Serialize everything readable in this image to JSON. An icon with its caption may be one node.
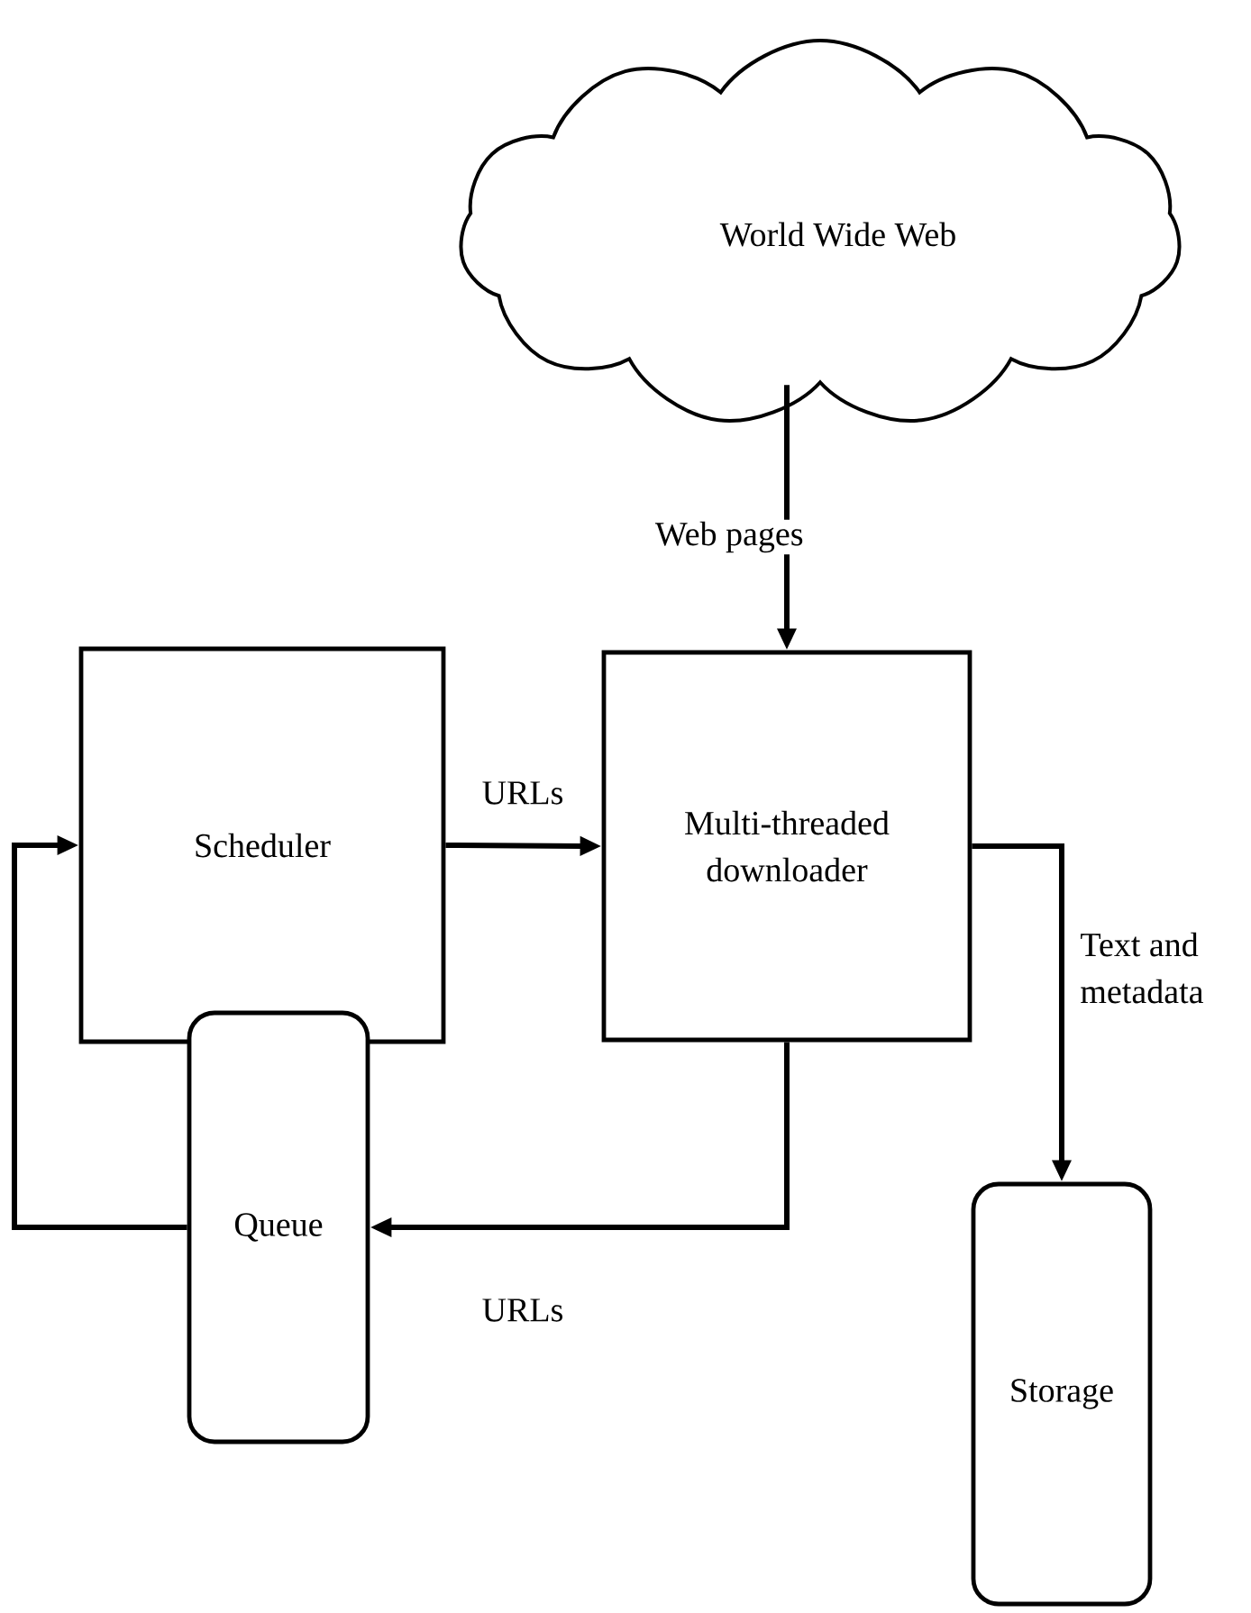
{
  "diagram": {
    "nodes": [
      {
        "text": [
          "World Wide Web"
        ]
      },
      {
        "text": [
          "Scheduler"
        ]
      },
      {
        "text": [
          "Multi-threaded downloader"
        ]
      },
      {
        "text": [
          "Queue"
        ]
      },
      {
        "text": [
          "Storage"
        ]
      }
    ],
    "edges": [
      {
        "from": 0,
        "to": 2,
        "arrow": "to",
        "label": "Web pages"
      },
      {
        "from": 1,
        "to": 2,
        "arrow": "to",
        "label": "URLs"
      },
      {
        "from": 2,
        "to": 3,
        "arrow": "to",
        "label": "URLs"
      },
      {
        "from": 3,
        "to": 1,
        "arrow": "to"
      },
      {
        "from": 2,
        "to": 4,
        "arrow": "to",
        "label": "Text and metadata"
      }
    ]
  }
}
